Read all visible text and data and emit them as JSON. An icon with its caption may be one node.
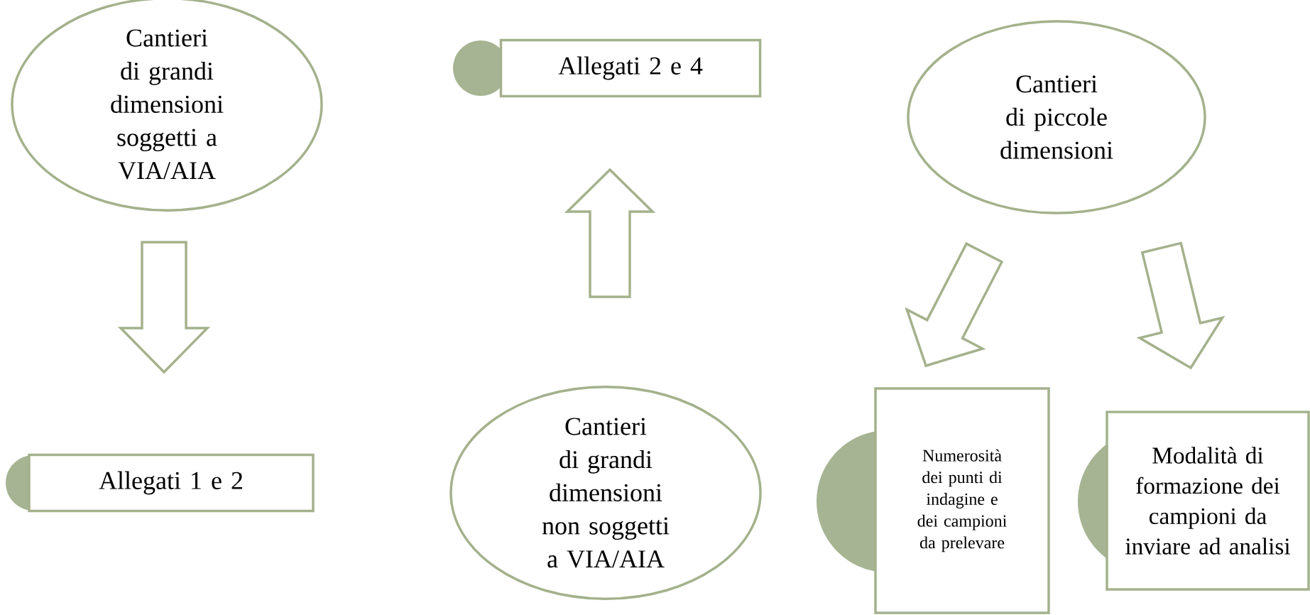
{
  "diagram": {
    "nodes": [
      {
        "text": [
          "Cantieri di grandi dimensioni soggetti a VIA/AIA"
        ]
      },
      {
        "text": [
          "Allegati 2 e 4"
        ]
      },
      {
        "text": [
          "Cantieri di piccole dimensioni"
        ]
      },
      {
        "text": [
          "Allegati 1 e 2"
        ]
      },
      {
        "text": [
          "Cantieri di grandi dimensioni non soggetti a VIA/AIA"
        ]
      },
      {
        "text": [
          "Numerosità dei punti di indagine e dei campioni da prelevare"
        ]
      },
      {
        "text": [
          "Modalità di formazione dei campioni da inviare ad analisi"
        ]
      }
    ],
    "edges": [
      {
        "from": 0,
        "to": 3,
        "arrow": "to"
      },
      {
        "from": 4,
        "to": 1,
        "arrow": "to"
      },
      {
        "from": 2,
        "to": 5,
        "arrow": "to"
      },
      {
        "from": 2,
        "to": 6,
        "arrow": "to"
      }
    ]
  }
}
